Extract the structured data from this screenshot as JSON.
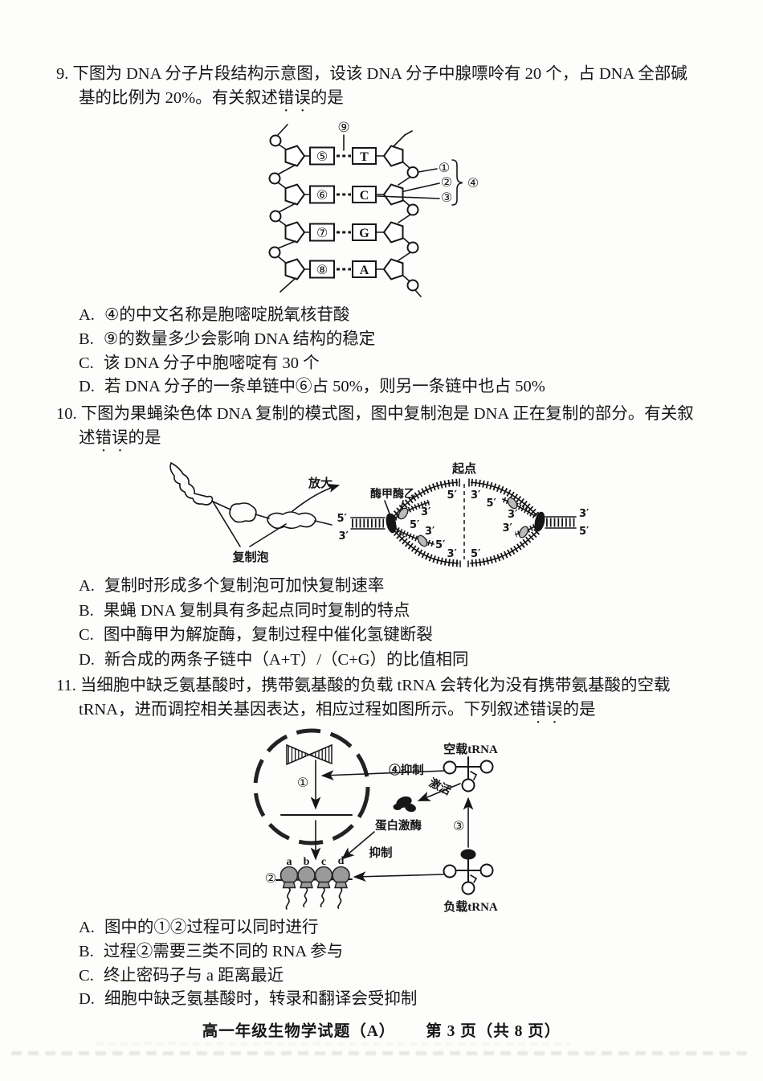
{
  "questions": {
    "q9": {
      "number": "9.",
      "stem_line1": "下图为 DNA 分子片段结构示意图，设该 DNA 分子中腺嘌呤有 20 个，占 DNA 全部碱",
      "stem_line2_pre": "基的比例为 20%。有关叙述",
      "stem_em": "错误",
      "stem_post": "的是",
      "options": [
        {
          "label": "A.",
          "text": "④的中文名称是胞嘧啶脱氧核苷酸"
        },
        {
          "label": "B.",
          "text": "⑨的数量多少会影响 DNA 结构的稳定"
        },
        {
          "label": "C.",
          "text": "该 DNA 分子中胞嘧啶有 30 个"
        },
        {
          "label": "D.",
          "text": "若 DNA 分子的一条单链中⑥占 50%，则另一条链中也占 50%"
        }
      ]
    },
    "q10": {
      "number": "10.",
      "stem_line1": "下图为果蝇染色体 DNA 复制的模式图，图中复制泡是 DNA 正在复制的部分。有关叙",
      "stem_line2_pre": "述",
      "stem_em": "错误",
      "stem_post": "的是",
      "options": [
        {
          "label": "A.",
          "text": "复制时形成多个复制泡可加快复制速率"
        },
        {
          "label": "B.",
          "text": "果蝇 DNA 复制具有多起点同时复制的特点"
        },
        {
          "label": "C.",
          "text": "图中酶甲为解旋酶，复制过程中催化氢键断裂"
        },
        {
          "label": "D.",
          "text": "新合成的两条子链中（A+T）/（C+G）的比值相同"
        }
      ]
    },
    "q11": {
      "number": "11.",
      "stem_line1": "当细胞中缺乏氨基酸时，携带氨基酸的负载 tRNA 会转化为没有携带氨基酸的空载",
      "stem_line2_pre": "tRNA，进而调控相关基因表达，相应过程如图所示。下列叙述",
      "stem_em": "错误",
      "stem_post": "的是",
      "options": [
        {
          "label": "A.",
          "text": "图中的①②过程可以同时进行"
        },
        {
          "label": "B.",
          "text": "过程②需要三类不同的 RNA 参与"
        },
        {
          "label": "C.",
          "text": "终止密码子与 a 距离最近"
        },
        {
          "label": "D.",
          "text": "细胞中缺乏氨基酸时，转录和翻译会受抑制"
        }
      ]
    }
  },
  "dna_diagram": {
    "callout_9": "⑨",
    "callout_1": "①",
    "callout_2": "②",
    "callout_3": "③",
    "callout_4": "④",
    "pairs": [
      {
        "left": "⑤",
        "base": "T"
      },
      {
        "left": "⑥",
        "base": "C"
      },
      {
        "left": "⑦",
        "base": "G"
      },
      {
        "left": "⑧",
        "base": "A"
      }
    ]
  },
  "replication_diagram": {
    "magnify": "放大",
    "bubble": "复制泡",
    "enzyme_pair": "酶甲酶乙",
    "origin": "起点",
    "p5": "5′",
    "p3": "3′"
  },
  "trna_diagram": {
    "empty": "空载tRNA",
    "loaded": "负载tRNA",
    "kinase": "蛋白激酶",
    "activate": "激活",
    "inhibit4": "④抑制",
    "inhibit": "抑制",
    "s1": "①",
    "s2": "②",
    "s3": "③",
    "ribosomes": [
      "a",
      "b",
      "c",
      "d"
    ]
  },
  "footer": {
    "title": "高一年级生物学试题（A）",
    "page": "第 3 页（共 8 页）"
  }
}
